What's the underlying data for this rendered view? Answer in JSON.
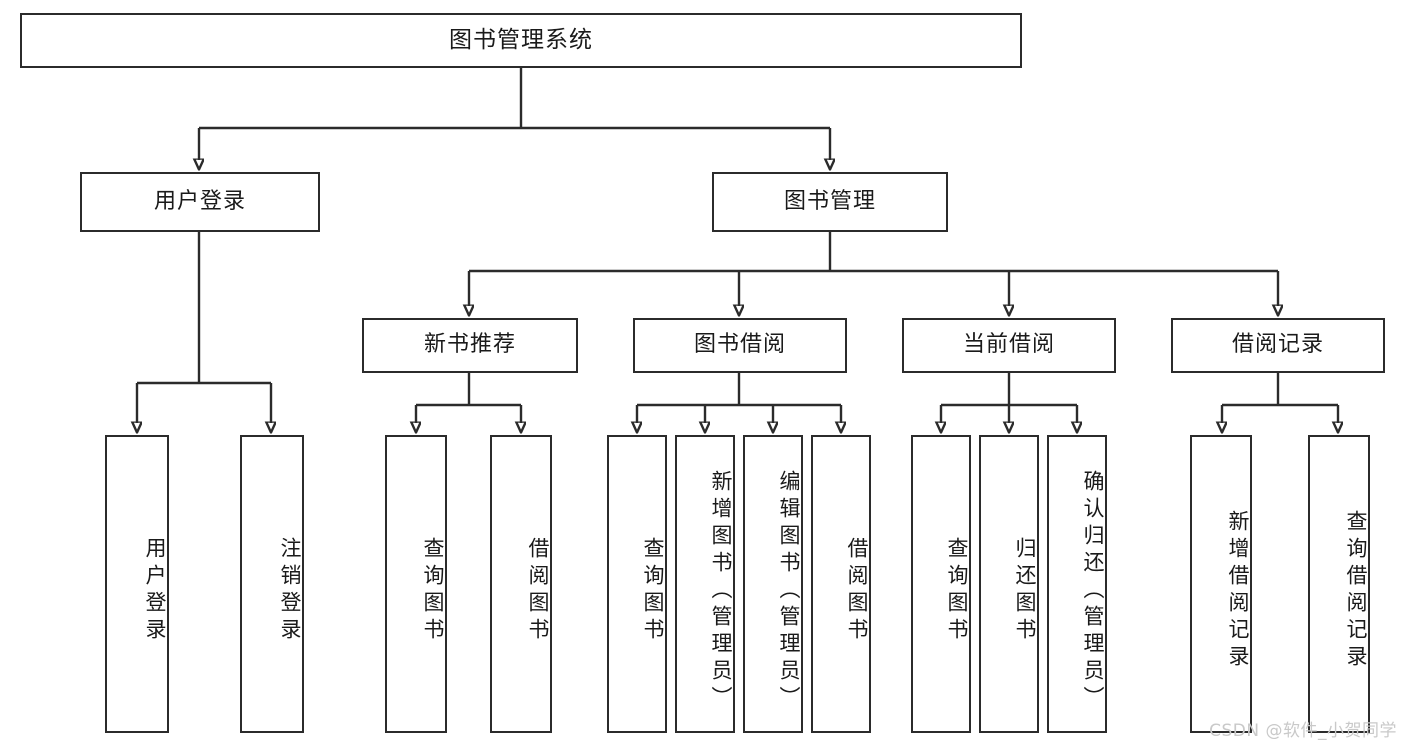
{
  "diagram": {
    "title": "图书管理系统",
    "type": "tree-hierarchy",
    "watermark": "CSDN @软件_小贺同学",
    "colors": {
      "stroke": "#2b2b2b",
      "background": "#ffffff",
      "text": "#1a1a1a",
      "watermark": "#c9c9c9"
    },
    "nodes": {
      "root": {
        "label": "图书管理系统",
        "orientation": "horizontal"
      },
      "level2": [
        {
          "label": "用户登录",
          "orientation": "horizontal"
        },
        {
          "label": "图书管理",
          "orientation": "horizontal"
        }
      ],
      "level3": [
        {
          "label": "新书推荐",
          "orientation": "horizontal"
        },
        {
          "label": "图书借阅",
          "orientation": "horizontal"
        },
        {
          "label": "当前借阅",
          "orientation": "horizontal"
        },
        {
          "label": "借阅记录",
          "orientation": "horizontal"
        }
      ],
      "leaves": {
        "user_login": [
          {
            "label": "用户登录",
            "orientation": "vertical"
          },
          {
            "label": "注销登录",
            "orientation": "vertical"
          }
        ],
        "new_book_recommend": [
          {
            "label": "查询图书",
            "orientation": "vertical"
          },
          {
            "label": "借阅图书",
            "orientation": "vertical"
          }
        ],
        "book_borrow": [
          {
            "label": "查询图书",
            "orientation": "vertical"
          },
          {
            "label": "新增图书（管理员）",
            "orientation": "vertical"
          },
          {
            "label": "编辑图书（管理员）",
            "orientation": "vertical"
          },
          {
            "label": "借阅图书",
            "orientation": "vertical"
          }
        ],
        "current_borrow": [
          {
            "label": "查询图书",
            "orientation": "vertical"
          },
          {
            "label": "归还图书",
            "orientation": "vertical"
          },
          {
            "label": "确认归还（管理员）",
            "orientation": "vertical"
          }
        ],
        "borrow_record": [
          {
            "label": "新增借阅记录",
            "orientation": "vertical"
          },
          {
            "label": "查询借阅记录",
            "orientation": "vertical"
          }
        ]
      }
    }
  }
}
